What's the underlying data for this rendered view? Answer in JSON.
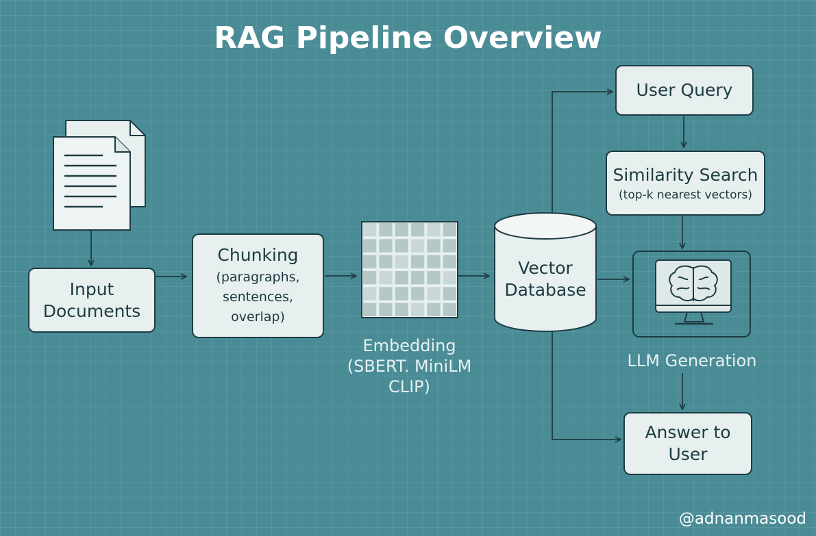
{
  "title": "RAG Pipeline Overview",
  "nodes": {
    "input_documents": {
      "lines": [
        "Input",
        "Documents"
      ]
    },
    "chunking": {
      "title": "Chunking",
      "lines": [
        "(paragraphs,",
        "sentences,",
        "overlap)"
      ]
    },
    "embedding": {
      "lines": [
        "Embedding",
        "(SBERT. MiniLM",
        "CLIP)"
      ]
    },
    "vector_database": {
      "lines": [
        "Vector",
        "Database"
      ]
    },
    "user_query": {
      "label": "User Query"
    },
    "similarity_search": {
      "title": "Similarity Search",
      "subtitle": "(top-k nearest vectors)"
    },
    "llm_generation": {
      "label": "LLM Generation"
    },
    "answer": {
      "lines": [
        "Answer to",
        "User"
      ]
    }
  },
  "watermark": "@adnanmasood",
  "colors": {
    "background": "#4a8c96",
    "box_fill": "#e8f0ef",
    "stroke": "#1d3b42",
    "text_light": "#e6f1f1"
  },
  "icons": [
    "document-stack-icon",
    "embedding-grid-icon",
    "database-cylinder-icon",
    "brain-monitor-icon"
  ]
}
